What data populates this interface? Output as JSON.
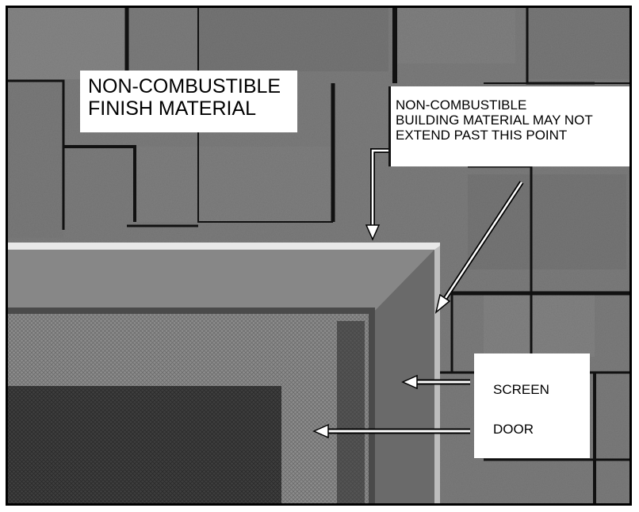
{
  "photo": {
    "subject": "fireplace-corner-photo",
    "palette": {
      "wall": "#7a7a7a",
      "wall_dark": "#1a1a1a",
      "frame_trim": "#c8c8c8",
      "door_frame": "#6a6a6a",
      "screen_mesh": "#8a8a8a",
      "opening": "#3a3a3a",
      "arrow": "#ffffff",
      "label_bg": "#ffffff",
      "label_text": "#000000"
    }
  },
  "labels": {
    "finish_material": [
      "NON-COMBUSTIBLE",
      "FINISH MATERIAL"
    ],
    "building_limit": [
      "NON-COMBUSTIBLE",
      "BUILDING MATERIAL MAY NOT",
      "EXTEND PAST THIS POINT"
    ],
    "screen": "SCREEN",
    "door": "DOOR"
  }
}
